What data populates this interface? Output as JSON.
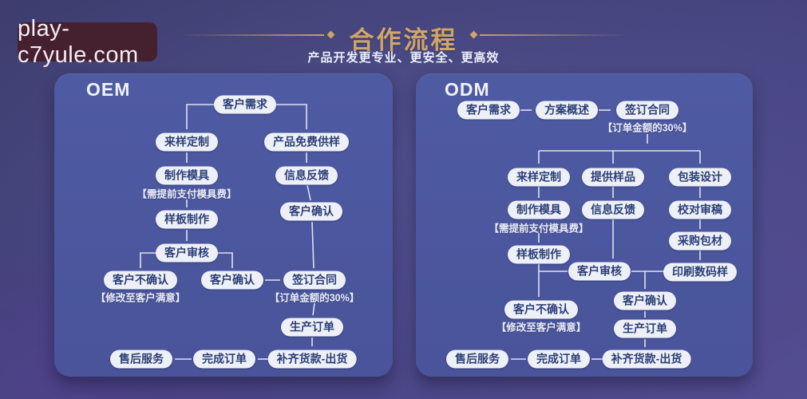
{
  "watermark": "play-c7yule.com",
  "header": {
    "title": "合作流程",
    "subtitle": "产品开发更专业、更安全、更高效"
  },
  "colors": {
    "background_top": "#3e3d6e",
    "background_bottom": "#544d92",
    "panel": "#4e5aa2",
    "node_bg": "#eef0f8",
    "node_text": "#2b3f77",
    "accent_gold": "#d0a569",
    "badge_bg": "#45202f",
    "badge_text": "#f6ecf4",
    "connector": "#e6e9f6"
  },
  "oem": {
    "title": "OEM",
    "nodes": {
      "customer_demand": "客户需求",
      "sample_custom": "来样定制",
      "free_sample": "产品免费供样",
      "mold_making": "制作模具",
      "mold_note": "【需提前支付模具费】",
      "feedback": "信息反馈",
      "sample_making": "样板制作",
      "confirm_top": "客户确认",
      "review": "客户审核",
      "not_confirmed": "客户不确认",
      "not_confirmed_note": "【修改至客户满意】",
      "confirmed": "客户确认",
      "sign_contract": "签订合同",
      "contract_note": "【订单金额的30%】",
      "production": "生产订单",
      "payment_ship": "补齐货款-出货",
      "complete": "完成订单",
      "after_sales": "售后服务"
    }
  },
  "odm": {
    "title": "ODM",
    "nodes": {
      "customer_demand": "客户需求",
      "scheme": "方案概述",
      "sign_contract": "签订合同",
      "contract_note": "【订单金额的30%】",
      "sample_custom": "来样定制",
      "provide_sample": "提供样品",
      "package_design": "包装设计",
      "mold_making": "制作模具",
      "mold_note": "【需提前支付模具费】",
      "feedback": "信息反馈",
      "proofread": "校对审稿",
      "purchase": "采购包材",
      "sample_making": "样板制作",
      "print_sample": "印刷数码样",
      "review": "客户审核",
      "not_confirmed": "客户不确认",
      "not_confirmed_note": "【修改至客户满意】",
      "confirmed": "客户确认",
      "production": "生产订单",
      "payment_ship": "补齐货款-出货",
      "complete": "完成订单",
      "after_sales": "售后服务"
    }
  }
}
